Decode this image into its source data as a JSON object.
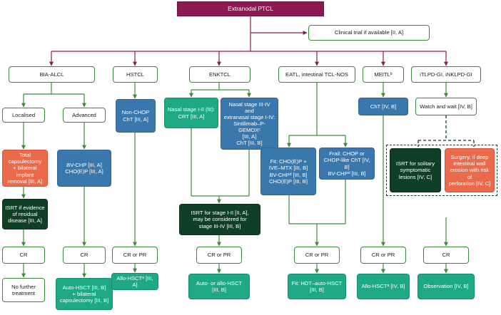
{
  "title": "Extranodal PTCL",
  "trial": "Clinical trial if available [II, A]",
  "branches": {
    "bia": "BIA-ALCL",
    "hstcl": "HSTCL",
    "enktcl": "ENKTCL",
    "eatl": "EATL, intestinal TCL-NOS",
    "meitl": "MEITLᵇ",
    "itlpd": "iTLPD-GI, iNKLPD-GI"
  },
  "bia": {
    "localised": "Localised",
    "advanced": "Advanced",
    "capsulectomy": "Total capsulectomy\n+ bilateral implant\nremoval [III, A]",
    "bvchp": "BV-CHP [III, A]\nCHO(E)P [III, A]",
    "isrt": "ISRT if evidence\nof residual\ndisease [III, A]",
    "cr_left": "CR",
    "cr_right": "CR",
    "no_treatment": "No further\ntreatment",
    "autohsct": "Auto-HSCT [III, B]\n+ bilateral\ncapsulectomy [III, B]"
  },
  "hstcl": {
    "nonchop": "Non-CHOP\nChT [III, A]",
    "cr_pr": "CR or PR",
    "allo": "Allo-HSCTᵃ [III, A]"
  },
  "enktcl": {
    "stage12": "Nasal stage I-II (fit):\nCRT [III, A]",
    "stage34": "Nasal stage III-IV and\nextranasal stage I-IV:\nSintilimab–P-GEMOXᶜ\n[III, A]\nChT [III, B]",
    "isrt": "ISRT for stage I-II [II, A],\nmay be considered for\nstage III-IV [III, B]",
    "cr_pr": "CR or PR",
    "auto_allo": "Auto- or allo-HSCT\n[III, B]"
  },
  "eatl": {
    "fit": "Fit: CHO(E)P +\nIVE–MTX [III, B]\nBV-CHPᵈ [III, B]\nCHO(E)P [III, B]",
    "frail": "Frail: CHOP or\nCHOP-like ChT [IV, B]\nBV-CHPᵈ [III, B]",
    "cr_pr": "CR or PR",
    "hdt": "Fit: HDT–auto-HSCT\n[III, B]"
  },
  "meitl": {
    "cht": "ChT [IV, B]",
    "cr_pr": "CR or PR",
    "allo": "Allo-HSCTᵃ [IV, B]"
  },
  "itlpd": {
    "watch": "Watch and wait [IV, B]",
    "isrt": "ISRT for solitary\nsymptomatic\nlesions [IV, C]",
    "surgery": "Surgery, if deep\nintestinal wall\nerosion with risk of\nperforation [IV, C]",
    "cr": "CR",
    "observation": "Observation [IV, B]"
  },
  "colors": {
    "header": "#8c1b54",
    "outline": "#3f8a3a",
    "blue": "#3a77ad",
    "teal": "#1ea884",
    "dark_green": "#0f3f25",
    "orange": "#ec6a4c"
  }
}
